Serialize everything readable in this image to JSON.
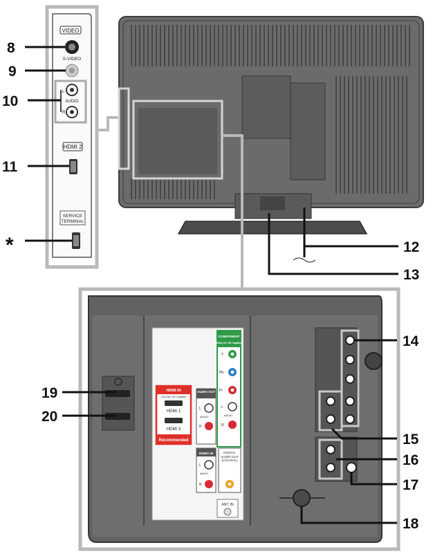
{
  "callouts": {
    "c8": "8",
    "c9": "9",
    "c10": "10",
    "c11": "11",
    "cstar": "*",
    "c12": "12",
    "c13": "13",
    "c14": "14",
    "c15": "15",
    "c16": "16",
    "c17": "17",
    "c18": "18",
    "c19": "19",
    "c20": "20"
  },
  "side_panel": {
    "video": "VIDEO",
    "svideo": "S-VIDEO",
    "audio": "AUDIO",
    "l": "L",
    "r": "R",
    "hdmi2": "HDMI 2",
    "service1": "SERVICE",
    "service2": "TERMINAL"
  },
  "rear_panel": {
    "component": "COMPONENT",
    "component_sub": "ANALOG HD Capable",
    "y": "Y",
    "pb": "Pb",
    "pr": "Pr",
    "audio_out": "AUDIO OUT",
    "audio": "AUDIO",
    "l": "L",
    "r": "R",
    "hdmi_in": "HDMI IN",
    "hdmi_in_sub": "DIGITAL HD Capable",
    "hdmi1": "HDMI 1",
    "hdmi3": "HDMI 3",
    "recommended": "Recommended",
    "hdmi1_in": "HDMI1 IN",
    "digital_audio_out": "DIGITAL AUDIO OUT (COAXIAL)",
    "ant_in": "ANT. IN"
  },
  "colors": {
    "frame": "#b9b9b9",
    "body": "#6a6a6a",
    "panel_dark": "#4a4a4a",
    "hdmi_red": "#e0302a",
    "component_green": "#2f9a48"
  }
}
